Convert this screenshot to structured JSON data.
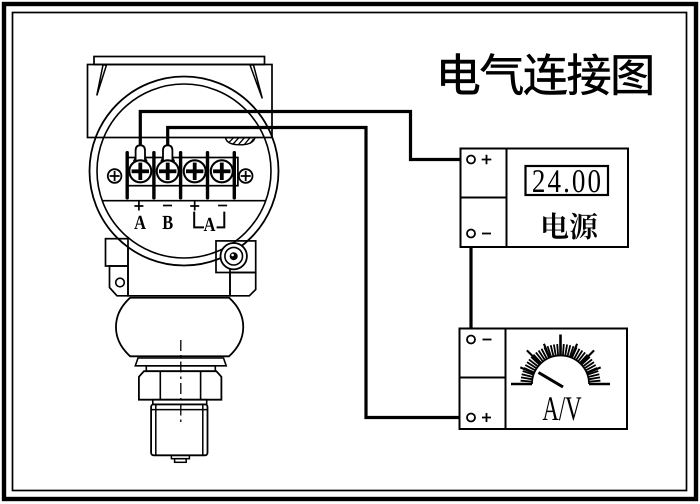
{
  "page": {
    "background": "#ffffff",
    "ink_color": "#000000"
  },
  "title": "电气连接图",
  "transmitter": {
    "terminals": [
      {
        "sign": "+",
        "label": "A"
      },
      {
        "sign": "-",
        "label": "B"
      },
      {
        "sign": "+",
        "label": ""
      },
      {
        "sign": "-",
        "label": ""
      }
    ],
    "loop_meter_label": "A"
  },
  "power_supply": {
    "display_value": "24.00",
    "label": "电源",
    "plus_sign": "+",
    "minus_sign": "-"
  },
  "meter": {
    "label": "A/V",
    "minus_sign": "-",
    "plus_sign": "+"
  }
}
